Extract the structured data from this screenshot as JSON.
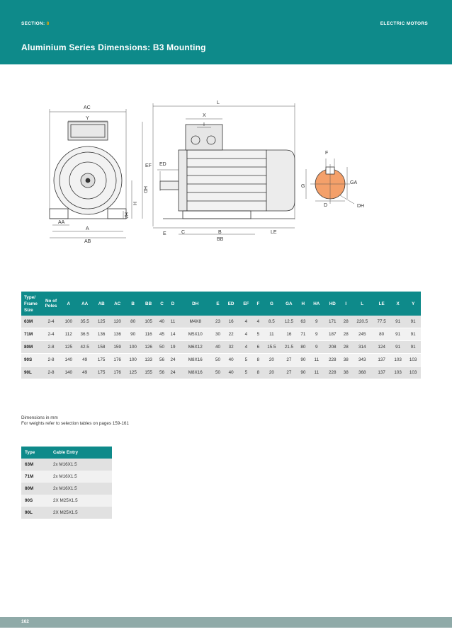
{
  "header": {
    "section_label": "SECTION:",
    "section_number": "8",
    "brand_label": "ELECTRIC MOTORS",
    "title": "Aluminium Series Dimensions: B3 Mounting"
  },
  "diagram": {
    "labels": {
      "AC": "AC",
      "Y": "Y",
      "HD": "HD",
      "H": "H",
      "HA": "HA",
      "AA": "AA",
      "A": "A",
      "AB": "AB",
      "L": "L",
      "X": "X",
      "I": "I",
      "EF": "EF",
      "ED": "ED",
      "E": "E",
      "C": "C",
      "B": "B",
      "BB": "BB",
      "LE": "LE",
      "F": "F",
      "GA": "GA",
      "G": "G",
      "D": "D",
      "DH": "DH"
    }
  },
  "dimensions_table": {
    "headers": [
      "Type/ Frame Size",
      "No of Poles",
      "A",
      "AA",
      "AB",
      "AC",
      "B",
      "BB",
      "C",
      "D",
      "DH",
      "E",
      "ED",
      "EF",
      "F",
      "G",
      "GA",
      "H",
      "HA",
      "HD",
      "I",
      "L",
      "LE",
      "X",
      "Y"
    ],
    "rows": [
      [
        "63M",
        "2-4",
        "100",
        "35.5",
        "125",
        "120",
        "80",
        "105",
        "40",
        "11",
        "M4X8",
        "23",
        "16",
        "4",
        "4",
        "8.5",
        "12.5",
        "63",
        "9",
        "171",
        "28",
        "220.5",
        "77.5",
        "91",
        "91"
      ],
      [
        "71M",
        "2-4",
        "112",
        "36.5",
        "136",
        "136",
        "90",
        "116",
        "45",
        "14",
        "M5X10",
        "30",
        "22",
        "4",
        "5",
        "11",
        "16",
        "71",
        "9",
        "187",
        "28",
        "245",
        "80",
        "91",
        "91"
      ],
      [
        "80M",
        "2-8",
        "125",
        "42.5",
        "158",
        "159",
        "100",
        "126",
        "50",
        "19",
        "M6X12",
        "40",
        "32",
        "4",
        "6",
        "15.5",
        "21.5",
        "80",
        "9",
        "208",
        "28",
        "314",
        "124",
        "91",
        "91"
      ],
      [
        "90S",
        "2-8",
        "140",
        "49",
        "175",
        "176",
        "100",
        "133",
        "56",
        "24",
        "M8X16",
        "50",
        "40",
        "5",
        "8",
        "20",
        "27",
        "90",
        "11",
        "228",
        "38",
        "343",
        "137",
        "103",
        "103"
      ],
      [
        "90L",
        "2-8",
        "140",
        "49",
        "175",
        "176",
        "125",
        "155",
        "56",
        "24",
        "M8X16",
        "50",
        "40",
        "5",
        "8",
        "20",
        "27",
        "90",
        "11",
        "228",
        "38",
        "368",
        "137",
        "103",
        "103"
      ]
    ]
  },
  "notes": {
    "line1": "Dimensions in mm",
    "line2": "For weights refer to selection tables on pages 159-161"
  },
  "cable_table": {
    "headers": [
      "Type",
      "Cable Entry"
    ],
    "rows": [
      [
        "63M",
        "2x M16X1.5"
      ],
      [
        "71M",
        "2x M16X1.5"
      ],
      [
        "80M",
        "2x M16X1.5"
      ],
      [
        "90S",
        "2X M25X1.5"
      ],
      [
        "90L",
        "2X M25X1.5"
      ]
    ]
  },
  "footer": {
    "page_number": "162"
  },
  "colors": {
    "teal": "#0e8a8a",
    "accent": "#f2a900",
    "footer": "#8faaa8",
    "row_dark": "#e1e1e1",
    "row_light": "#f1f1f1"
  }
}
